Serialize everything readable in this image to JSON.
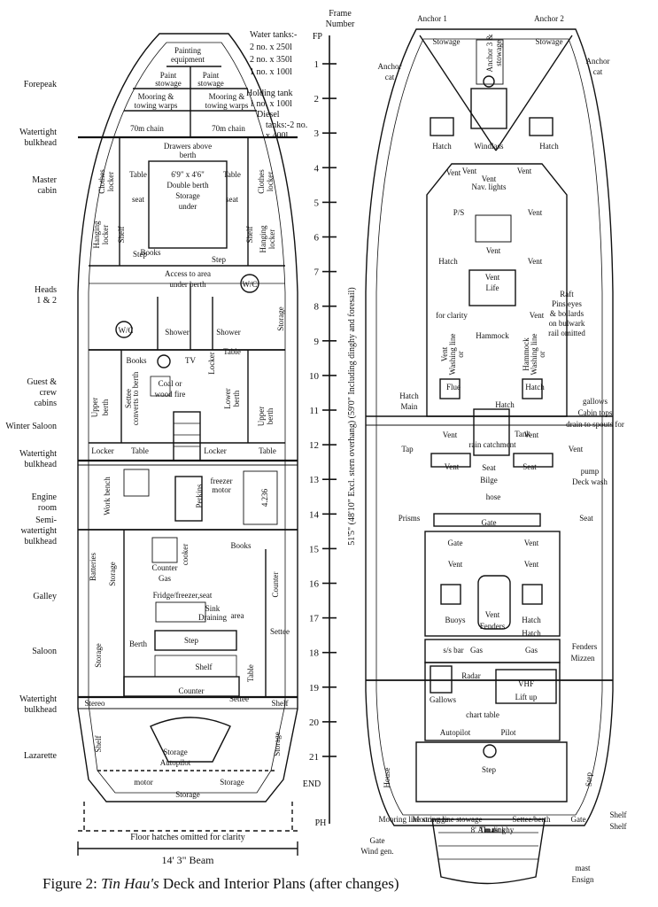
{
  "caption": {
    "prefix": "Figure 2: ",
    "boat_name": "Tin Hau's",
    "suffix": " Deck and Interior Plans (after changes)"
  },
  "tanks": {
    "water_title": "Water tanks:-",
    "water_lines": [
      "2 no. x 250l",
      "2 no. x 350l",
      "1 no. x 100l"
    ],
    "holding_title": "Holding tank",
    "holding_line": "1 no. x 100l",
    "diesel_title": "Diesel",
    "diesel_lines": [
      "tanks:-2 no.",
      "x 400l"
    ]
  },
  "frame_scale": {
    "title": [
      "Frame",
      "Number"
    ],
    "top": "FP",
    "numbers": [
      "1",
      "2",
      "3",
      "4",
      "5",
      "6",
      "7",
      "8",
      "9",
      "10",
      "11",
      "12",
      "13",
      "14",
      "15",
      "16",
      "17",
      "18",
      "19",
      "20",
      "21"
    ],
    "end": "END",
    "bottom": "PH",
    "length_label": "51'5\" (48'10\" Excl. stern overhang) (59'0\" Including dinghy and foresail)"
  },
  "interior": {
    "side_labels": [
      "Forepeak",
      "Watertight",
      "bulkhead",
      "Master",
      "cabin",
      "Heads",
      "1 & 2",
      "Guest &",
      "crew",
      "cabins",
      "Winter Saloon",
      "Watertight",
      "bulkhead",
      "Engine",
      "room",
      "Semi-",
      "watertight",
      "bulkhead",
      "Galley",
      "Saloon",
      "Watertight",
      "bulkhead",
      "Lazarette"
    ],
    "beam": "14' 3\" Beam",
    "floor_note": "Floor hatches omitted for clarity",
    "rooms": [
      "Painting",
      "equipment",
      "Paint",
      "stowage",
      "Paint",
      "stowage",
      "Mooring &",
      "towing warps",
      "Mooring &",
      "towing warps",
      "70m chain",
      "70m chain",
      "Drawers above",
      "berth",
      "6'9\" x 4'6\"",
      "Double berth",
      "Storage",
      "under",
      "Clothes",
      "locker",
      "Clothes",
      "locker",
      "Table",
      "seat",
      "Table",
      "seat",
      "Hanging",
      "locker",
      "Hanging",
      "locker",
      "Shelf",
      "Shelf",
      "Books",
      "Step",
      "Step",
      "Access to area",
      "under berth",
      "W/C",
      "W/C",
      "Shower",
      "Shower",
      "Storage",
      "Books",
      "TV",
      "Coal or",
      "wood fire",
      "Table",
      "Locker",
      "Upper",
      "berth",
      "Settee",
      "converts to berth",
      "Lower",
      "berth",
      "Upper",
      "berth",
      "Locker",
      "Table",
      "Locker",
      "Table",
      "Work bench",
      "freezer",
      "motor",
      "Perkins",
      "4.236",
      "Batteries",
      "Storage",
      "Counter",
      "Gas",
      "cooker",
      "Books",
      "Fridge/freezer,seat",
      "Sink",
      "Draining",
      "area",
      "Counter",
      "Storage",
      "Berth",
      "Step",
      "Settee",
      "Shelf",
      "Table",
      "Counter",
      "Settee",
      "Stereo",
      "Shelf",
      "Shelf",
      "Storage",
      "Autopilot",
      "motor",
      "Storage",
      "Storage",
      "Storage"
    ]
  },
  "deck": {
    "labels": [
      "Anchor 1",
      "Anchor 2",
      "Stowage",
      "Stowage",
      "Anchor 3 &",
      "stowage",
      "Anchor",
      "cat",
      "Anchor",
      "cat",
      "Hatch",
      "Windlass",
      "Hatch",
      "Vent",
      "Vent",
      "Vent",
      "Vent",
      "Nav. lights",
      "P/S",
      "Vent",
      "Vent",
      "Hatch",
      "Vent",
      "Vent",
      "Life",
      "Raft",
      "Pins,eyes",
      "& bollards",
      "on bulwark",
      "rail omitted",
      "for clarity",
      "Vent",
      "Vent",
      "Washing line",
      "or",
      "Hammock",
      "Washing line",
      "or",
      "Hammock",
      "Flue",
      "Hatch",
      "Hatch",
      "Hatch",
      "Main",
      "gallows",
      "Cabin tops",
      "drain to spouts for",
      "rain catchment",
      "Tank",
      "Tap",
      "Vent",
      "Vent",
      "Vent",
      "Vent",
      "Seat",
      "Seat",
      "Bilge",
      "pump",
      "Deck wash",
      "hose",
      "Prisms",
      "Gate",
      "Seat",
      "Gate",
      "Vent",
      "Vent",
      "Vent",
      "Vent",
      "Fenders",
      "Buoys",
      "Hatch",
      "Hatch",
      "s/s bar",
      "Gas",
      "Gas",
      "Fenders",
      "Mizzen",
      "Gallows",
      "Radar",
      "VHF",
      "Lift up",
      "chart table",
      "Autopilot",
      "Pilot",
      "House",
      "Step",
      "Step",
      "Mooring line stowage",
      "Mooring line stowage",
      "Settee/berth",
      "Gate",
      "Shelf",
      "Shelf",
      "Gate",
      "Wind gen.",
      "mast",
      "Ensign",
      "mast",
      "Tin tack",
      "8' Alu.dinghy"
    ]
  }
}
